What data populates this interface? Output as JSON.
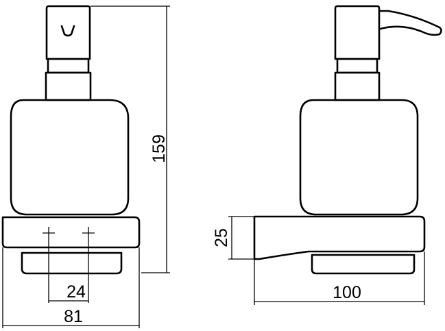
{
  "drawing": {
    "dimensions": {
      "total_height": "159",
      "base_height": "25",
      "screw_spacing": "24",
      "front_width": "81",
      "side_depth": "100"
    }
  }
}
